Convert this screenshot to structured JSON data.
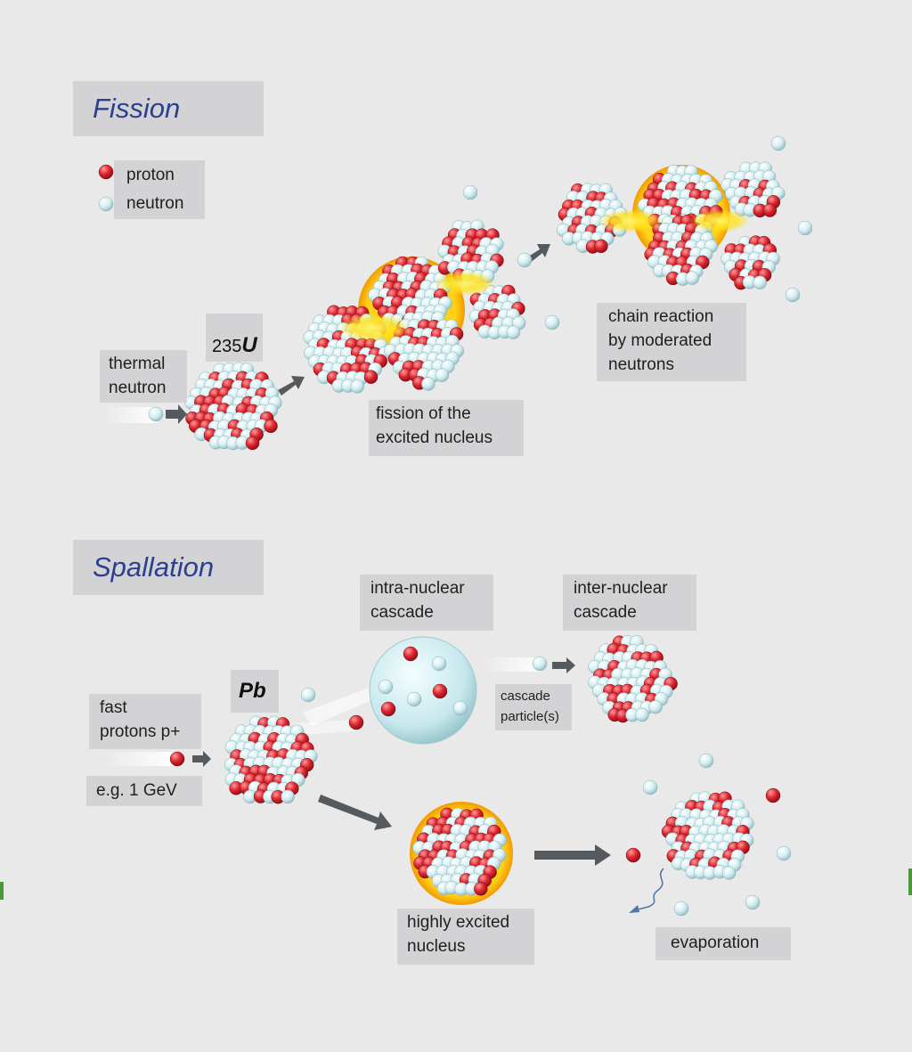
{
  "fission": {
    "title": "Fission",
    "legend": {
      "proton": "proton",
      "neutron": "neutron"
    },
    "thermal_neutron": [
      "thermal",
      "neutron"
    ],
    "isotope": {
      "mass": "235",
      "symbol": "U"
    },
    "fission_label": [
      "fission of the",
      "excited nucleus"
    ],
    "chain_label": [
      "chain reaction",
      "by moderated",
      "neutrons"
    ]
  },
  "spallation": {
    "title": "Spallation",
    "fast_protons": [
      "fast",
      "protons p+"
    ],
    "energy": "e.g. 1 GeV",
    "target": "Pb",
    "intra_label": [
      "intra-nuclear",
      "cascade"
    ],
    "inter_label": [
      "inter-nuclear",
      "cascade"
    ],
    "cascade_particles": [
      "cascade",
      "particle(s)"
    ],
    "excited_label": [
      "highly excited",
      "nucleus"
    ],
    "evaporation": "evaporation"
  },
  "colors": {
    "proton": "#d8222e",
    "neutron": "#d6f1f3",
    "title": "#2b3f8f",
    "label_bg": "#d3d3d5"
  }
}
